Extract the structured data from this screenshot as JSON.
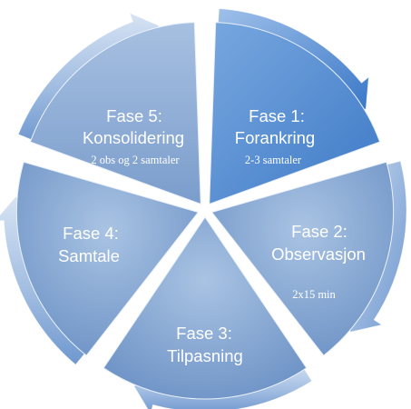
{
  "phases": [
    {
      "id": "fase-1",
      "title": "Fase 1:",
      "name": "Forankring",
      "detail": "2-3 samtaler"
    },
    {
      "id": "fase-2",
      "title": "Fase 2:",
      "name": "Observasjon",
      "detail": "2x15 min"
    },
    {
      "id": "fase-3",
      "title": "Fase 3:",
      "name": "Tilpasning",
      "detail": ""
    },
    {
      "id": "fase-4",
      "title": "Fase 4:",
      "name": "Samtale",
      "detail": ""
    },
    {
      "id": "fase-5",
      "title": "Fase 5:",
      "name": "Konsolidering",
      "detail": "2 obs og 2 samtaler"
    }
  ],
  "colors": {
    "ring_light": "#d3e0f1",
    "ring_dark": "#6f98cf",
    "highlight_light": "#6ea0dc",
    "highlight_dark": "#3b78c8",
    "segment_light": "#a4bfe0",
    "segment_dark": "#6c92c6",
    "label": "#ffffff"
  }
}
